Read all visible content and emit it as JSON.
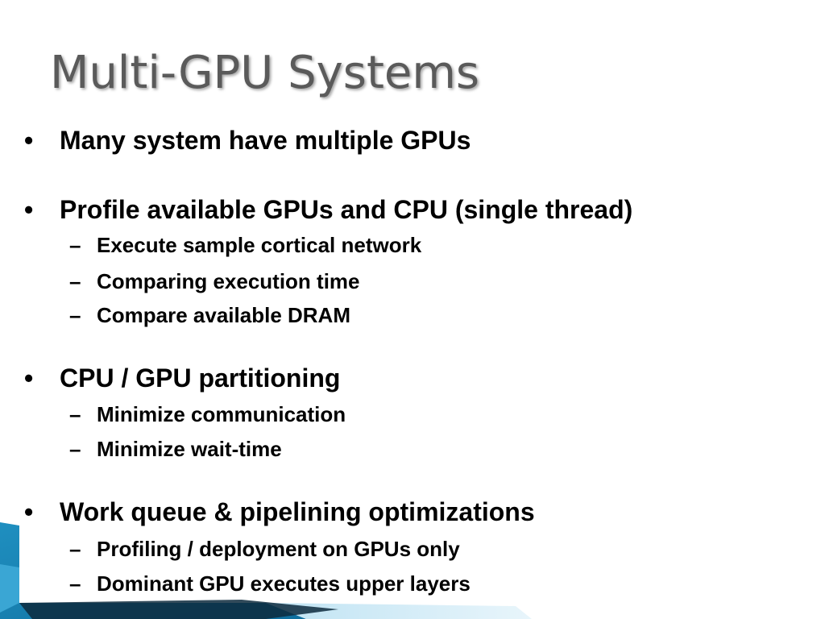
{
  "slide": {
    "title": "Multi-GPU Systems",
    "bullet_marker": "•",
    "sub_marker": "–",
    "bullets": [
      {
        "text": "Many system have multiple GPUs",
        "subs": []
      },
      {
        "text": "Profile available GPUs and CPU (single thread)",
        "subs": [
          "Execute sample cortical network",
          "Comparing execution time",
          "Compare available DRAM"
        ]
      },
      {
        "text": "CPU / GPU partitioning",
        "subs": [
          "Minimize communication",
          "Minimize wait-time"
        ]
      },
      {
        "text": "Work queue & pipelining optimizations",
        "subs": [
          "Profiling / deployment on GPUs only",
          "Dominant GPU executes upper layers"
        ]
      }
    ]
  },
  "theme": {
    "title_color": "#5a5a5a",
    "text_color": "#000000",
    "accent_blue": "#1f8fc0",
    "accent_light_blue": "#7ec6e6",
    "accent_dark": "#0d2a3d"
  }
}
